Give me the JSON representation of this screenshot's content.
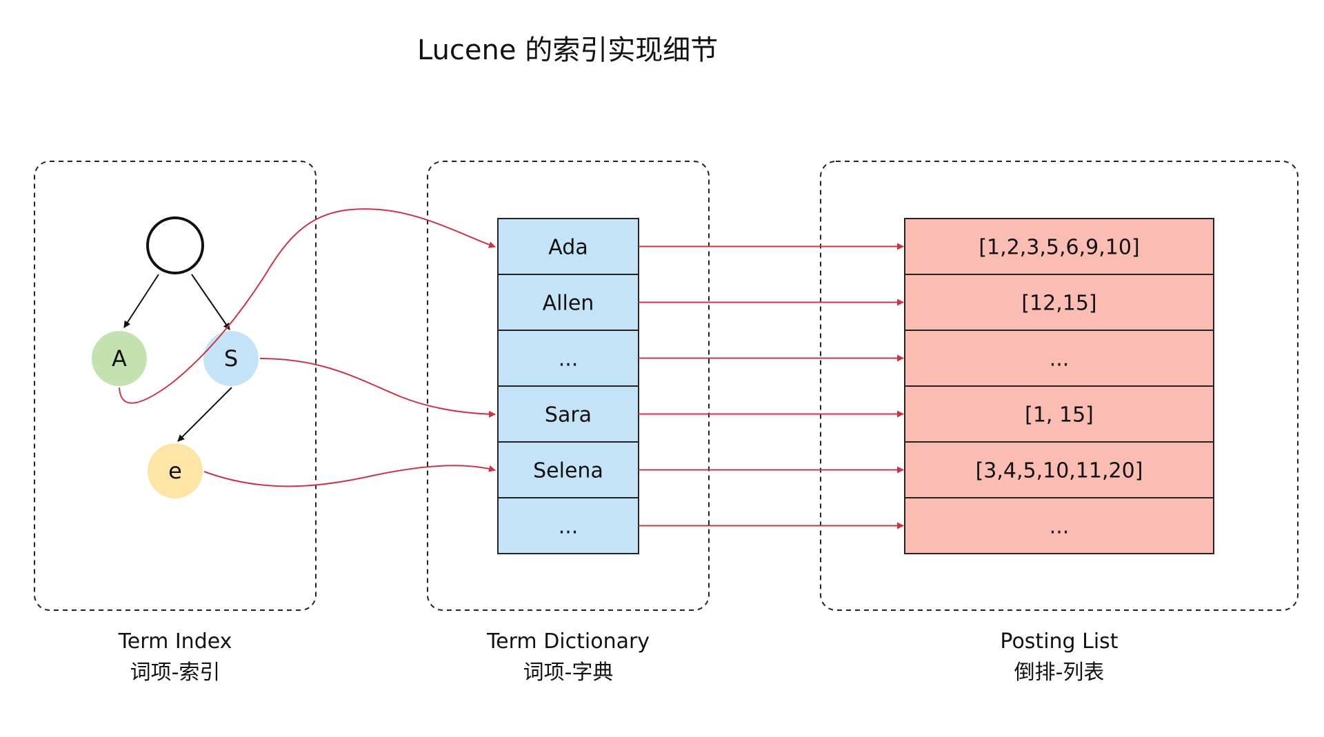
{
  "title": "Lucene 的索引实现细节",
  "colors": {
    "dictionary_fill": "#c5e3f6",
    "posting_fill": "#fbbcb4",
    "arrow_red": "#cc3344",
    "node_a": "#c4e2b0",
    "node_s": "#c5e3f6",
    "node_e": "#fde5a8",
    "border": "#222222"
  },
  "term_index": {
    "caption_en": "Term Index",
    "caption_cn": "词项-索引",
    "nodes": {
      "root": "",
      "a": "A",
      "s": "S",
      "e": "e"
    }
  },
  "term_dictionary": {
    "caption_en": "Term Dictionary",
    "caption_cn": "词项-字典",
    "terms": [
      "Ada",
      "Allen",
      "...",
      "Sara",
      "Selena",
      "..."
    ]
  },
  "posting_list": {
    "caption_en": "Posting List",
    "caption_cn": "倒排-列表",
    "lists": [
      "[1,2,3,5,6,9,10]",
      "[12,15]",
      "...",
      "[1, 15]",
      "[3,4,5,10,11,20]",
      "..."
    ]
  }
}
